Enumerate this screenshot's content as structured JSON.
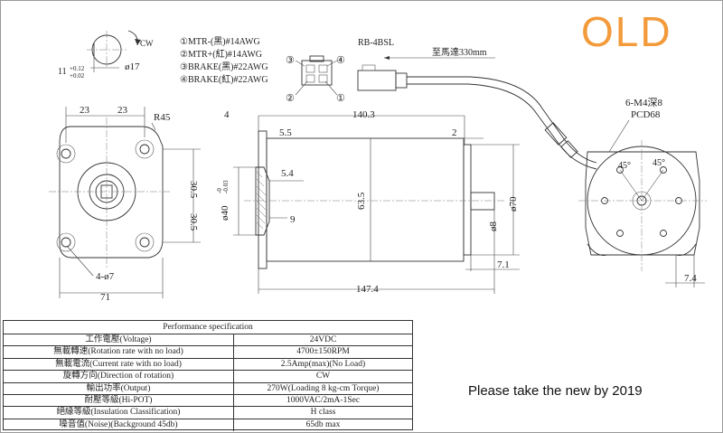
{
  "stamp": {
    "label": "OLD",
    "color": "#f39a3a"
  },
  "notice": "Please take the new by 2019",
  "rotation": {
    "label": "CW"
  },
  "shaft_detail": {
    "dia": "ø17",
    "flat": "11",
    "tol_upper": "+0.12",
    "tol_lower": "+0.02"
  },
  "wiring": [
    "①MTR-(黑)#14AWG",
    "②MTR+(紅)#14AWG",
    "③BRAKE(黑)#22AWG",
    "④BRAKE(紅)#22AWG"
  ],
  "connector": {
    "pins": [
      "③",
      "④",
      "②",
      "①"
    ],
    "name": "RB-4BSL",
    "cable": "至馬達330mm"
  },
  "front_view": {
    "dim_23a": "23",
    "dim_23b": "23",
    "radius": "R45",
    "dim_30_5a": "30.5",
    "dim_30_5b": "30.5",
    "holes": "4-ø7",
    "width": "71"
  },
  "side_view": {
    "dim_4": "4",
    "length_140": "140.3",
    "dim_5_5": "5.5",
    "dim_2": "2",
    "dim_5_4": "5.4",
    "pilot": "ø40",
    "pilot_tol_upper": "-0",
    "pilot_tol_lower": "-0.03",
    "dim_9": "9",
    "body_dia": "63.5",
    "shaft": "ø8",
    "end_dia": "ø70",
    "dim_7_1": "7.1",
    "total": "147.4"
  },
  "rear_view": {
    "holes": "6-M4深8",
    "pcd": "PCD68",
    "angle_a": "45°",
    "angle_b": "45°",
    "dim_7_4": "7.4"
  },
  "spec": {
    "title": "Performance specification",
    "rows": [
      {
        "label": "工作電壓(Voltage)",
        "value": "24VDC"
      },
      {
        "label": "無載轉速(Rotation rate with no load)",
        "value": "4700±150RPM"
      },
      {
        "label": "無載電流(Current rate with no load)",
        "value": "2.5Amp(max)(No Load)"
      },
      {
        "label": "旋轉方向(Direction of rotation)",
        "value": "CW"
      },
      {
        "label": "輸出功率(Output)",
        "value": "270W(Loading 8 kg-cm Torque)"
      },
      {
        "label": "耐壓等級(Hi-POT)",
        "value": "1000VAC/2mA-1Sec"
      },
      {
        "label": "絕緣等級(Insulation Classification)",
        "value": "H class"
      },
      {
        "label": "噪音值(Noise)(Background 45db)",
        "value": "65db max"
      }
    ]
  }
}
